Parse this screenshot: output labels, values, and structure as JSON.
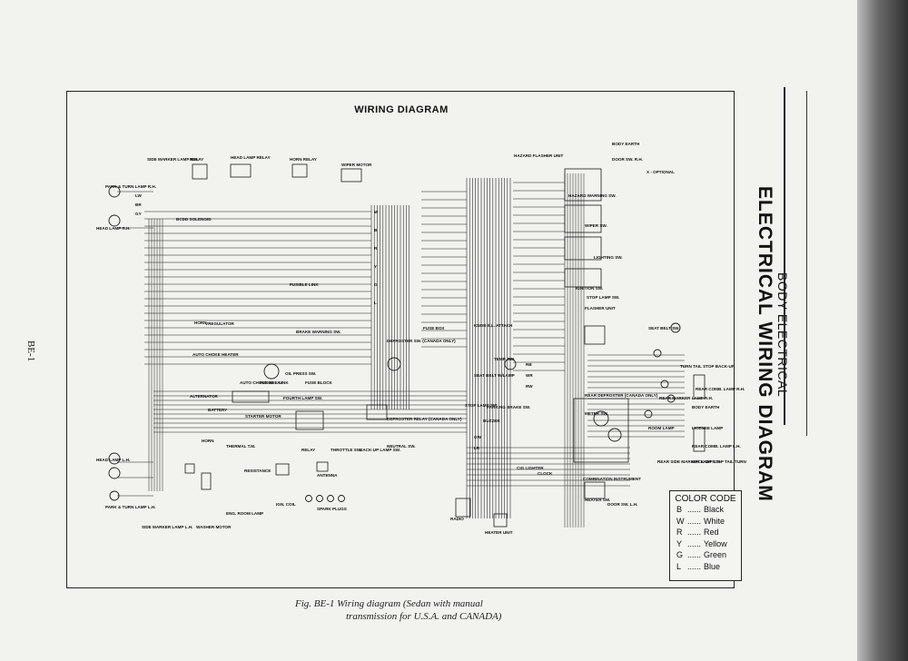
{
  "page": {
    "section_title": "BODY ELECTRICAL",
    "side_title": "ELECTRICAL WIRING DIAGRAM",
    "page_number": "BE-1"
  },
  "diagram": {
    "title": "WIRING DIAGRAM",
    "components": [
      "SIDE MARKER LAMP R.H.",
      "RELAY",
      "HEAD LAMP RELAY",
      "HORN RELAY",
      "WIPER MOTOR",
      "PARK & TURN LAMP R.H.",
      "HEAD LAMP R.H.",
      "BCDD SOLENOID",
      "HAZARD FLASHER UNIT",
      "BODY EARTH",
      "DOOR SW. R.H.",
      "X - OPTIONAL",
      "HAZARD WARNING SW.",
      "WIPER SW.",
      "LIGHTING SW.",
      "IGNITION SW.",
      "STOP LAMP SW.",
      "FLASHER UNIT",
      "FUSIBLE LINK",
      "HORN",
      "VREGULATOR",
      "BRAKE WARNING SW.",
      "DEFROSTER SW. (CANADA ONLY)",
      "FUSE BOX",
      "KNOB ILL. ATTACH",
      "AUTO CHOKE HEATER",
      "AUTO CHOKE RELAY",
      "FUSIBLE LINK",
      "OIL PRESS SW.",
      "FUSE BLOCK",
      "TEMP. SW.",
      "SEAT BELT W/LAMP",
      "SEAT BELT SW.",
      "ALTERNATOR",
      "FOURTH LAMP SW.",
      "DEFROSTER RELAY (CANADA ONLY)",
      "BATTERY",
      "STARTER MOTOR",
      "STOP LAMP SW.",
      "PARKING BRAKE SW.",
      "BUZZER",
      "REAR DEFROSTER (CANADA ONLY)",
      "METER SW.",
      "TURN TAIL STOP BACK-UP",
      "REAR COMB. LAMP R.H.",
      "REAR MARKER LAMP R.H.",
      "BODY EARTH",
      "LICENSE LAMP",
      "ROOM LAMP",
      "HORN",
      "THERMAL T.M.",
      "RELAY",
      "THROTTLE SW.",
      "BACK-UP LAMP SW.",
      "NEUTRAL SW.",
      "CIG LIGHTER",
      "CLOCK",
      "COMBINATION INSTRUMENT",
      "REAR COMB. LAMP L.H.",
      "REAR SIDE MARKER LAMP L.H.",
      "BACK-UP STOP TAIL TURN",
      "HEAD LAMP L.H.",
      "RESISTANCE",
      "ANTENNA",
      "IGN. COIL",
      "SPARK PLUGS",
      "PARK & TURN LAMP L.H.",
      "ENG. ROOM LAMP",
      "SIDE MARKER LAMP L.H.",
      "WASHER MOTOR",
      "RADIO",
      "HEATER UNIT",
      "HEATER SW.",
      "DOOR SW. L.H."
    ],
    "wire_codes": [
      "W",
      "B",
      "R",
      "Y",
      "G",
      "L",
      "LW",
      "BR",
      "GY",
      "RB",
      "WR",
      "RW",
      "GW",
      "LR"
    ]
  },
  "color_code": {
    "title": "COLOR CODE",
    "entries": [
      {
        "code": "B",
        "name": "Black"
      },
      {
        "code": "W",
        "name": "White"
      },
      {
        "code": "R",
        "name": "Red"
      },
      {
        "code": "Y",
        "name": "Yellow"
      },
      {
        "code": "G",
        "name": "Green"
      },
      {
        "code": "L",
        "name": "Blue"
      }
    ],
    "dots": "......"
  },
  "caption": {
    "line1": "Fig. BE-1  Wiring diagram (Sedan with manual",
    "line2": "transmission for U.S.A. and CANADA)"
  },
  "colors": {
    "paper": "#f2f2ee",
    "ink": "#1a1a1a",
    "shadow": "#2f2f2f"
  }
}
